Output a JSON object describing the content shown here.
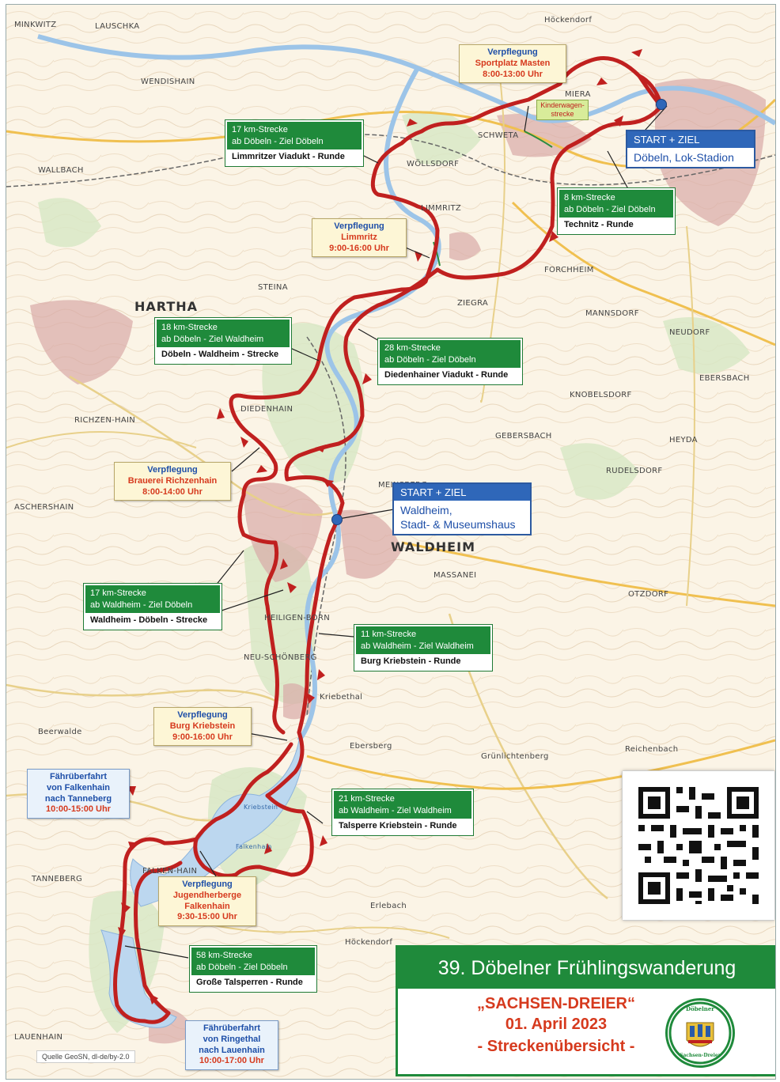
{
  "places": {
    "minkwitz": "MINKWITZ",
    "lauschka": "LAUSCHKA",
    "wendishain": "WENDISHAIN",
    "hockendorf_n": "Höckendorf",
    "wallbach": "WALLBACH",
    "hartha": "HARTHA",
    "steina": "STEINA",
    "limmritz": "LIMMRITZ",
    "ziegra": "ZIEGRA",
    "mannsdorf": "MANNSDORF",
    "neudorf": "NEUDORF",
    "ebersbach": "EBERSBACH",
    "knobelsdorf": "KNOBELSDORF",
    "gebersbach": "GEBERSBACH",
    "heyda": "HEYDA",
    "rudelsdorf": "RUDELSDORF",
    "meinsberg": "MEINSBERG",
    "waldheim": "WALDHEIM",
    "massanei": "MASSANEI",
    "otzdorf": "OTZDORF",
    "richzenhain": "RICHZEN-HAIN",
    "aschershain": "ASCHERSHAIN",
    "heiligenborn": "HEILIGEN-BORN",
    "neuschonberg": "NEU-SCHÖNBERG",
    "kriebethal": "Kriebethal",
    "ebersberg": "Ebersberg",
    "grunlichtenberg": "Grünlichtenberg",
    "reichenbach": "Reichenbach",
    "beerwalde": "Beerwalde",
    "tanneberg": "TANNEBERG",
    "falkenhain": "FALKEN-HAIN",
    "erlebach": "Erlebach",
    "hockendorf_s": "Höckendorf",
    "lauenhain": "LAUENHAIN",
    "miera": "MIERA",
    "diedenhain": "DIEDENHAIN",
    "schweta": "SCHWETA",
    "forchheim": "FORCHHEIM",
    "wollsdorf": "WÖLLSDORF"
  },
  "start1": {
    "header": "START + ZIEL",
    "body": "Döbeln, Lok-Stadion"
  },
  "start2": {
    "header": "START + ZIEL",
    "line1": "Waldheim,",
    "line2": "Stadt- & Museumshaus"
  },
  "routes": {
    "r17a": {
      "l1": "17 km-Strecke",
      "l2": "ab Döbeln - Ziel Döbeln",
      "l3": "Limmritzer Viadukt - Runde"
    },
    "r8": {
      "l1": "8 km-Strecke",
      "l2": "ab Döbeln - Ziel Döbeln",
      "l3": "Technitz - Runde"
    },
    "r18": {
      "l1": "18 km-Strecke",
      "l2": "ab Döbeln - Ziel Waldheim",
      "l3": "Döbeln - Waldheim - Strecke"
    },
    "r28": {
      "l1": "28 km-Strecke",
      "l2": "ab Döbeln - Ziel Döbeln",
      "l3": "Diedenhainer Viadukt - Runde"
    },
    "r17b": {
      "l1": "17 km-Strecke",
      "l2": "ab Waldheim - Ziel Döbeln",
      "l3": "Waldheim - Döbeln - Strecke"
    },
    "r11": {
      "l1": "11 km-Strecke",
      "l2": "ab Waldheim - Ziel Waldheim",
      "l3": "Burg Kriebstein - Runde"
    },
    "r21": {
      "l1": "21 km-Strecke",
      "l2": "ab Waldheim - Ziel Waldheim",
      "l3": "Talsperre Kriebstein - Runde"
    },
    "r58": {
      "l1": "58 km-Strecke",
      "l2": "ab Döbeln - Ziel Döbeln",
      "l3": "Große Talsperren - Runde"
    }
  },
  "food": {
    "masten": {
      "title": "Verpflegung",
      "place": "Sportplatz Masten",
      "time": "8:00-13:00 Uhr"
    },
    "limmritz": {
      "title": "Verpflegung",
      "place": "Limmritz",
      "time": "9:00-16:00 Uhr"
    },
    "richzenhain": {
      "title": "Verpflegung",
      "place": "Brauerei Richzenhain",
      "time": "8:00-14:00 Uhr"
    },
    "kriebstein": {
      "title": "Verpflegung",
      "place": "Burg Kriebstein",
      "time": "9:00-16:00 Uhr"
    },
    "falkenhain": {
      "title": "Verpflegung",
      "place": "Jugendherberge",
      "place2": "Falkenhain",
      "time": "9:30-15:00 Uhr"
    }
  },
  "kinderwagen": {
    "l1": "Kinderwagen-",
    "l2": "strecke"
  },
  "ferry1": {
    "l1": "Fährüberfahrt",
    "l2": "von Falkenhain",
    "l3": "nach Tanneberg",
    "time": "10:00-15:00 Uhr"
  },
  "ferry2": {
    "l1": "Fährüberfahrt",
    "l2": "von Ringethal",
    "l3": "nach Lauenhain",
    "time": "10:00-17:00 Uhr"
  },
  "water": {
    "kriebstein": "Kriebstein",
    "talsperre": "Falkenhain"
  },
  "title": {
    "main": "39. Döbelner Frühlingswanderung",
    "sub": "„SACHSEN-DREIER“",
    "date": "01. April 2023",
    "overview": "- Streckenübersicht -",
    "badge_top": "Döbelner",
    "badge_bottom": "Sachsen-Dreier"
  },
  "source": "Quelle GeoSN, dl-de/by-2.0",
  "colors": {
    "route": "#c0201f",
    "green": "#1f8a3b",
    "blue": "#2f67b9",
    "river": "#bcd7ef"
  }
}
